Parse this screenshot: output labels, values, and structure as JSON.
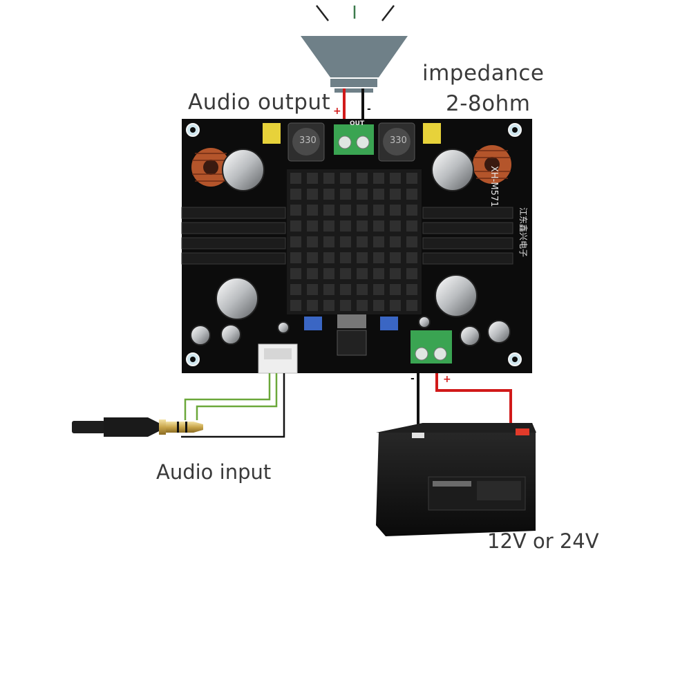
{
  "labels": {
    "audio_output": "Audio output",
    "impedance_line1": "impedance",
    "impedance_line2": "2-8ohm",
    "audio_input": "Audio input",
    "power_supply": "12V or 24V"
  },
  "board": {
    "model": "XH-M571",
    "brand": "江东鑫兴电子",
    "inductor_left": "330",
    "inductor_right": "330",
    "output_terminal_label": "OUT"
  },
  "polarity": {
    "output_plus": "+",
    "output_minus": "-",
    "power_minus": "-",
    "power_plus": "+"
  },
  "colors": {
    "wire_positive": "#d11a1a",
    "wire_negative": "#111111",
    "wire_audio": "#6ba83a",
    "pcb": "#0c0c0c",
    "speaker": "#6f8088",
    "battery": "#111111",
    "text": "#3a3a3a"
  },
  "icons": [
    "speaker-icon",
    "amplifier-board",
    "audio-jack-icon",
    "battery-icon"
  ]
}
